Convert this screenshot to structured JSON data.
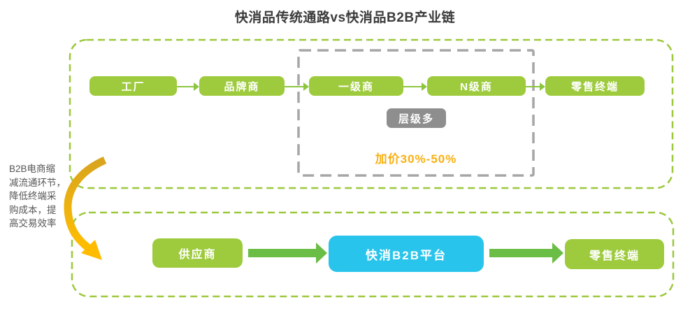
{
  "title": "快消品传统通路vs快消品B2B产业链",
  "traditional_chain": {
    "nodes": [
      "工厂",
      "品牌商",
      "一级商",
      "N级商",
      "零售终端"
    ],
    "highlight": {
      "badge": "层级多",
      "markup": "加价30%-50%"
    }
  },
  "b2b_chain": {
    "nodes": [
      "供应商",
      "快消B2B平台",
      "零售终端"
    ]
  },
  "side_note": {
    "lines": [
      "B2B电商缩",
      "减流通环节，",
      "降低终端采",
      "购成本，提",
      "高交易效率"
    ]
  },
  "colors": {
    "node_green": "#9ecb3e",
    "arrow_green": "#6abd45",
    "connector_green": "#8cc63f",
    "platform_cyan": "#29c4eb",
    "badge_gray": "#8e8e8e",
    "markup_orange": "#f9b013",
    "curve_arrow_gold": "#f5b300",
    "container_dash_green": "#9cc83d",
    "highlight_dash_gray": "#a6a6a6",
    "title_text": "#3b3b3b",
    "side_note_text": "#565656"
  }
}
